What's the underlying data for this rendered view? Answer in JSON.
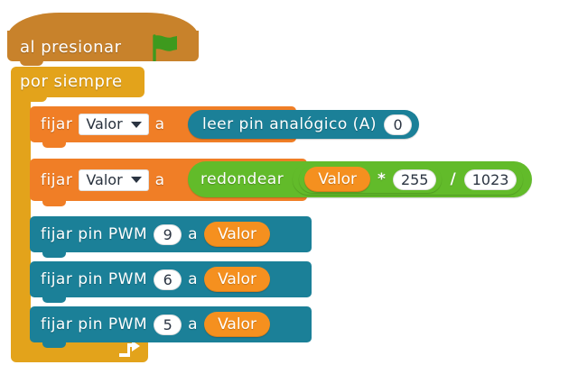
{
  "diagram": {
    "type": "visual-block-program",
    "language": "es",
    "palette": {
      "hat_block": "#C8822B",
      "control_loop": "#E3A31B",
      "variables": "#F07E26",
      "variable_reporter": "#F5901F",
      "robots_io": "#1B8098",
      "operators": "#62BB2A",
      "field_background": "#FFFFFF",
      "field_text": "#2B3442",
      "flag_green": "#3E9A1E",
      "canvas": "#FFFFFF"
    }
  },
  "hat": {
    "label": "al presionar",
    "icon": "green-flag-icon"
  },
  "forever": {
    "label": "por siempre",
    "loop_arrow_icon": "loop-arrow-icon"
  },
  "statements": [
    {
      "id": "set-valor-analog-read",
      "kind": "set-variable",
      "prefix": "fijar",
      "variable": "Valor",
      "connector": "a",
      "value": {
        "kind": "analog-read-reporter",
        "label": "leer pin analógico  (A)",
        "pin": "0"
      }
    },
    {
      "id": "set-valor-scaled",
      "kind": "set-variable",
      "prefix": "fijar",
      "variable": "Valor",
      "connector": "a",
      "value": {
        "kind": "round-operator",
        "label": "redondear",
        "expression": {
          "kind": "divide",
          "operator": "/",
          "left": {
            "kind": "multiply",
            "operator": "*",
            "left": {
              "kind": "variable",
              "name": "Valor"
            },
            "right": {
              "kind": "number",
              "value": "255"
            }
          },
          "right": {
            "kind": "number",
            "value": "1023"
          }
        }
      }
    },
    {
      "id": "pwm-9",
      "kind": "set-pwm",
      "prefix": "fijar pin PWM",
      "pin": "9",
      "connector": "a",
      "value": {
        "kind": "variable",
        "name": "Valor"
      }
    },
    {
      "id": "pwm-6",
      "kind": "set-pwm",
      "prefix": "fijar pin PWM",
      "pin": "6",
      "connector": "a",
      "value": {
        "kind": "variable",
        "name": "Valor"
      }
    },
    {
      "id": "pwm-5",
      "kind": "set-pwm",
      "prefix": "fijar pin PWM",
      "pin": "5",
      "connector": "a",
      "value": {
        "kind": "variable",
        "name": "Valor"
      }
    }
  ]
}
